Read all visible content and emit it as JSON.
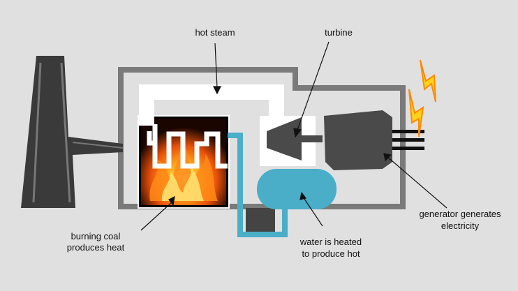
{
  "labels": {
    "hot_steam": "hot steam",
    "turbine": "turbine",
    "burning_coal_line1": "burning coal",
    "burning_coal_line2": "produces heat",
    "water_line1": "water is heated",
    "water_line2": "to produce hot",
    "generator_line1": "generator generates",
    "generator_line2": "electricity"
  },
  "colors": {
    "background": "#e0e0e0",
    "plant_outline": "#7a7a7a",
    "chimney": "#3a3a3a",
    "steam_pipe": "#ffffff",
    "water": "#4aaec9",
    "fire": "#ff7a10",
    "generator": "#4a4a4a",
    "lightning": "#ffd21a"
  },
  "icons": [
    "chimney-icon",
    "fire-icon",
    "turbine-icon",
    "generator-icon",
    "lightning-icon"
  ]
}
